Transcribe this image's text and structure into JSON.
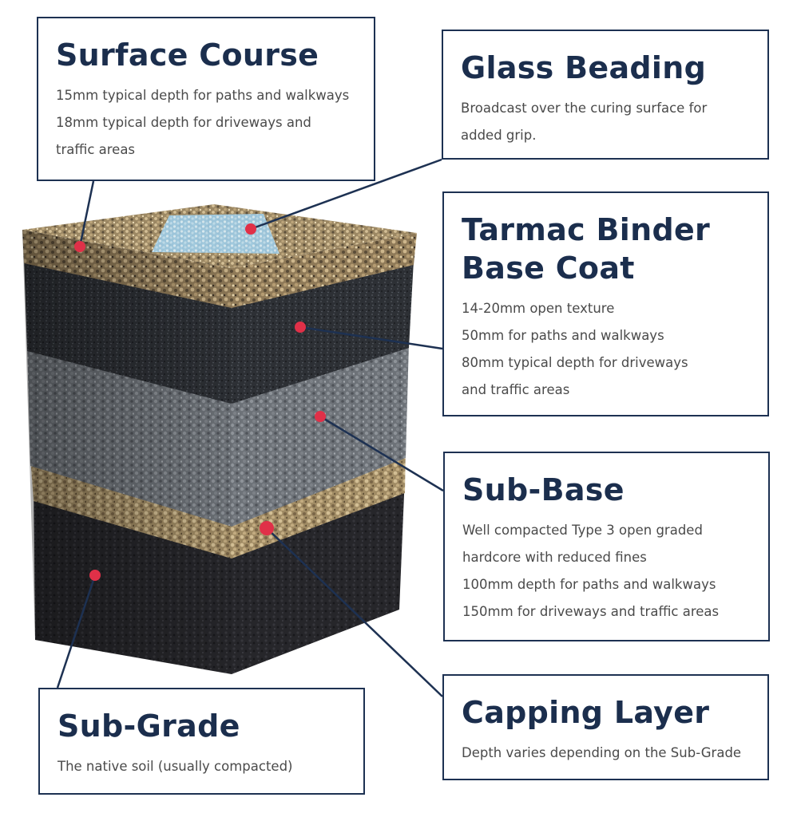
{
  "callouts": {
    "surface": {
      "title": "Surface Course",
      "lines": [
        "15mm typical depth for paths and walkways",
        "18mm typical depth for driveways and",
        "traffic areas"
      ]
    },
    "glass": {
      "title": "Glass Beading",
      "lines": [
        "Broadcast over the curing surface for",
        "added grip."
      ]
    },
    "tarmac": {
      "title_line1": "Tarmac Binder",
      "title_line2": "Base Coat",
      "lines": [
        "14-20mm open texture",
        "50mm for paths and walkways",
        "80mm typical depth for driveways",
        "and traffic areas"
      ]
    },
    "subbase": {
      "title": "Sub-Base",
      "lines": [
        "Well compacted Type 3 open graded",
        "hardcore with reduced fines",
        "100mm depth for paths and walkways",
        "150mm for driveways and traffic areas"
      ]
    },
    "subgrade": {
      "title": "Sub-Grade",
      "lines": [
        "The native soil (usually compacted)"
      ]
    },
    "capping": {
      "title": "Capping Layer",
      "lines": [
        "Depth varies depending on the Sub-Grade"
      ]
    }
  },
  "colors": {
    "border": "#1d3152",
    "title": "#1b2e4d",
    "body": "#4a4a4a",
    "marker": "#e03048",
    "leader": "#1d3152"
  }
}
